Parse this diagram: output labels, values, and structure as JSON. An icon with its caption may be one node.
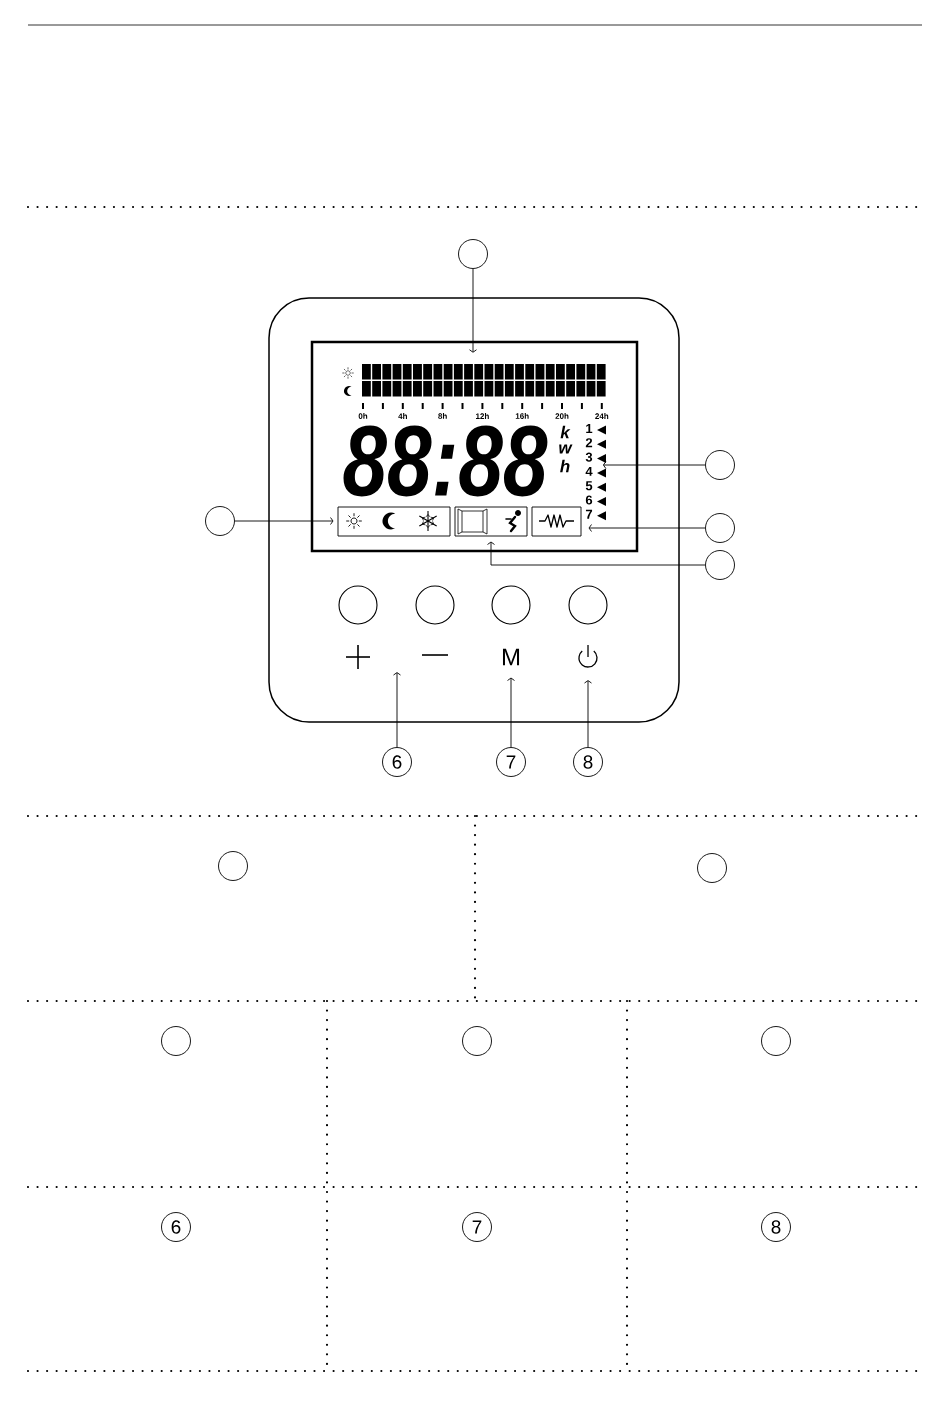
{
  "diagram": {
    "nodes": [
      {
        "text": [],
        "shape": "circle"
      },
      {
        "text": [],
        "shape": "circle"
      },
      {
        "text": [],
        "shape": "circle"
      },
      {
        "text": [],
        "shape": "circle"
      },
      {
        "text": [],
        "shape": "circle"
      },
      {
        "text": [
          "6"
        ]
      },
      {
        "text": [
          "7"
        ]
      },
      {
        "text": [
          "8"
        ]
      },
      {
        "text": [],
        "shape": "circle"
      },
      {
        "text": [],
        "shape": "circle"
      },
      {
        "text": [],
        "shape": "circle"
      },
      {
        "text": [],
        "shape": "circle"
      },
      {
        "text": [],
        "shape": "circle"
      },
      {
        "text": [
          "6"
        ]
      },
      {
        "text": [
          "7"
        ]
      },
      {
        "text": [
          "8"
        ]
      },
      {
        "text": [],
        "shape": "bar"
      },
      {
        "text": [],
        "shape": "box"
      },
      {
        "text": [],
        "shape": "box"
      },
      {
        "text": [],
        "shape": "box"
      },
      {
        "text": [
          "1",
          "2",
          "3",
          "4",
          "5",
          "6",
          "7"
        ]
      },
      {
        "text": [
          "M"
        ]
      }
    ],
    "edges": [
      {
        "from": 0,
        "to": 16,
        "arrow": "to"
      },
      {
        "from": 1,
        "to": 17,
        "arrow": "to"
      },
      {
        "from": 2,
        "to": 20,
        "arrow": "to"
      },
      {
        "from": 3,
        "to": 19,
        "arrow": "to"
      },
      {
        "from": 4,
        "to": 18,
        "arrow": "to"
      },
      {
        "from": 5,
        "to": null,
        "arrow": "to"
      },
      {
        "from": 6,
        "to": 21,
        "arrow": "to"
      },
      {
        "from": 7,
        "to": null,
        "arrow": "to"
      }
    ],
    "labels": [
      "0h",
      "4h",
      "8h",
      "12h",
      "16h",
      "20h",
      "24h",
      "88:88",
      "k",
      "w",
      "h"
    ]
  }
}
